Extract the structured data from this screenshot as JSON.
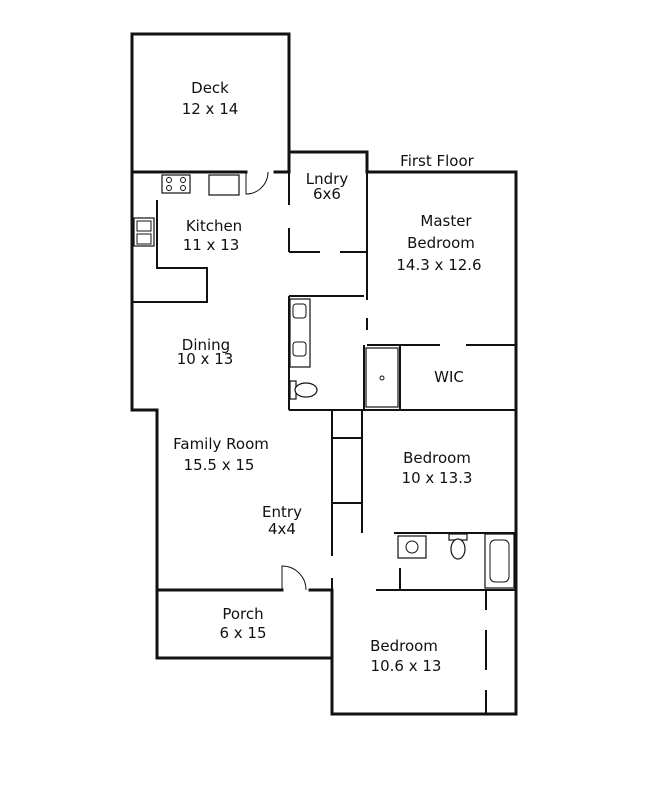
{
  "floor_label": "First Floor",
  "rooms": [
    {
      "name": "Deck",
      "size": "12 x 14"
    },
    {
      "name": "Lndry",
      "size": "6x6"
    },
    {
      "name": "Kitchen",
      "size": "11 x 13"
    },
    {
      "name": "Master",
      "name2": "Bedroom",
      "size": "14.3 x 12.6"
    },
    {
      "name": "Dining",
      "size": "10 x 13"
    },
    {
      "name": "WIC"
    },
    {
      "name": "Family Room",
      "size": "15.5 x 15"
    },
    {
      "name": "Bedroom",
      "size": "10 x 13.3"
    },
    {
      "name": "Entry",
      "size": "4x4"
    },
    {
      "name": "Porch",
      "size": "6 x 15"
    },
    {
      "name": "Bedroom",
      "size": "10.6 x 13"
    }
  ],
  "icons": {
    "stove": "stove-icon",
    "sink": "double-sink-icon",
    "toilet": "toilet-icon",
    "tub": "bathtub-icon",
    "shower": "shower-icon"
  }
}
